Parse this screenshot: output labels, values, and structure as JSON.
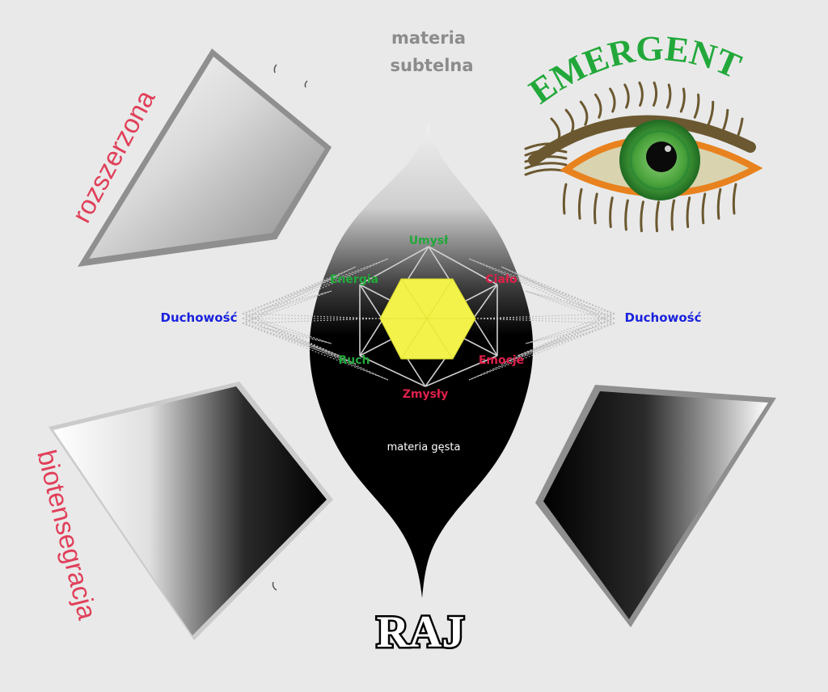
{
  "top_label_line1": "materia",
  "top_label_line2": "subtelna",
  "center_label": "materia gęsta",
  "bottom_label": "RAJ",
  "side_label_top_left": "rozszerzona",
  "side_label_bottom_left": "biotensegracja",
  "brand_text": "EMERGENT",
  "nodes": {
    "umysl": "Umysł",
    "energia": "Energia",
    "cialo": "Ciało",
    "ruch": "Ruch",
    "emocje": "Emocje",
    "zmysly": "Zmysły"
  },
  "left_spirit": "Duchowość",
  "right_spirit": "Duchowość",
  "colors": {
    "green": "#22a83a",
    "red": "#e0204a",
    "blue": "#1a22dd",
    "yellow": "#f2f24a",
    "pink": "#e0405a",
    "eye_green": "#2e8b34",
    "eye_orange": "#e8821e",
    "gray_text": "#8c8c8c"
  }
}
